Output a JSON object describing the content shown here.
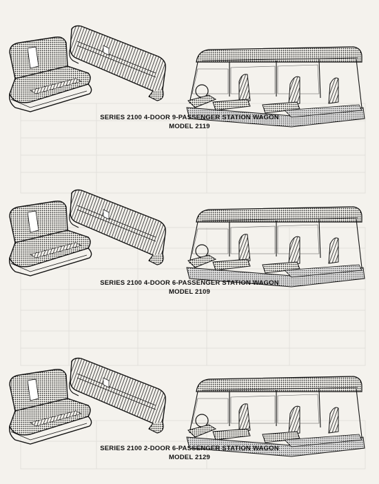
{
  "sections": [
    {
      "title": "SERIES 2100 4-DOOR 9-PASSENGER STATION WAGON",
      "model": "MODEL 2119"
    },
    {
      "title": "SERIES 2100 4-DOOR 6-PASSENGER STATION WAGON",
      "model": "MODEL 2109"
    },
    {
      "title": "SERIES 2100 2-DOOR 6-PASSENGER STATION WAGON",
      "model": "MODEL 2129"
    }
  ],
  "colors": {
    "ink": "#1a1a1a",
    "paper": "#f4f2ed",
    "ghost": "#9a9a9a"
  }
}
